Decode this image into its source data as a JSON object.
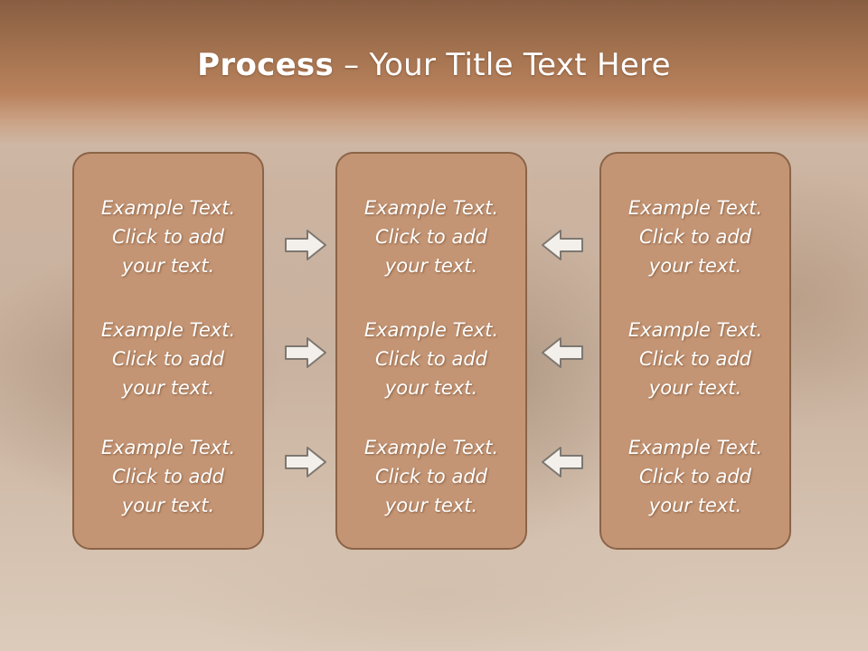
{
  "title": {
    "bold": "Process",
    "rest": " – Your Title Text Here"
  },
  "columns": [
    {
      "items": [
        {
          "line1": "Example Text.",
          "line2": "Click  to add",
          "line3": "your text."
        },
        {
          "line1": "Example Text.",
          "line2": "Click  to add",
          "line3": "your text."
        },
        {
          "line1": "Example Text.",
          "line2": "Click  to add",
          "line3": "your text."
        }
      ]
    },
    {
      "items": [
        {
          "line1": "Example Text.",
          "line2": "Click  to add",
          "line3": "your text."
        },
        {
          "line1": "Example Text.",
          "line2": "Click  to add",
          "line3": "your text."
        },
        {
          "line1": "Example Text.",
          "line2": "Click  to add",
          "line3": "your text."
        }
      ]
    },
    {
      "items": [
        {
          "line1": "Example Text.",
          "line2": "Click  to add",
          "line3": "your text."
        },
        {
          "line1": "Example Text.",
          "line2": "Click  to add",
          "line3": "your text."
        },
        {
          "line1": "Example Text.",
          "line2": "Click  to add",
          "line3": "your text."
        }
      ]
    }
  ],
  "arrows": {
    "left_group": "right-arrow-icon",
    "right_group": "left-arrow-icon"
  },
  "colors": {
    "header": "#a3724f",
    "box_fill": "#c49574",
    "box_border": "#8a6448",
    "text": "#ffffff"
  }
}
